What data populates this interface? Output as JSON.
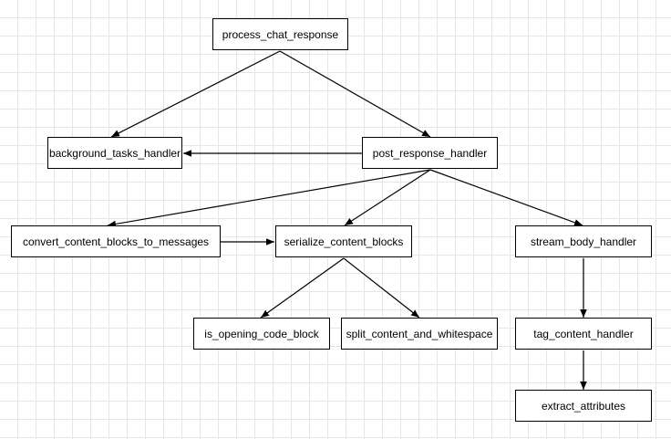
{
  "diagram": {
    "nodes": {
      "process_chat_response": "process_chat_response",
      "background_tasks_handler": "background_tasks_handler",
      "post_response_handler": "post_response_handler",
      "convert_content_blocks_to_messages": "convert_content_blocks_to_messages",
      "serialize_content_blocks": "serialize_content_blocks",
      "stream_body_handler": "stream_body_handler",
      "is_opening_code_block": "is_opening_code_block",
      "split_content_and_whitespace": "split_content_and_whitespace",
      "tag_content_handler": "tag_content_handler",
      "extract_attributes": "extract_attributes"
    },
    "edges": [
      {
        "from": "process_chat_response",
        "to": "background_tasks_handler"
      },
      {
        "from": "process_chat_response",
        "to": "post_response_handler"
      },
      {
        "from": "post_response_handler",
        "to": "background_tasks_handler"
      },
      {
        "from": "post_response_handler",
        "to": "convert_content_blocks_to_messages"
      },
      {
        "from": "post_response_handler",
        "to": "serialize_content_blocks"
      },
      {
        "from": "post_response_handler",
        "to": "stream_body_handler"
      },
      {
        "from": "convert_content_blocks_to_messages",
        "to": "serialize_content_blocks"
      },
      {
        "from": "serialize_content_blocks",
        "to": "is_opening_code_block"
      },
      {
        "from": "serialize_content_blocks",
        "to": "split_content_and_whitespace"
      },
      {
        "from": "stream_body_handler",
        "to": "tag_content_handler"
      },
      {
        "from": "tag_content_handler",
        "to": "extract_attributes"
      }
    ],
    "colors": {
      "background": "#ffffff",
      "grid": "#e6e6e6",
      "stroke": "#000000",
      "text": "#000000"
    }
  }
}
